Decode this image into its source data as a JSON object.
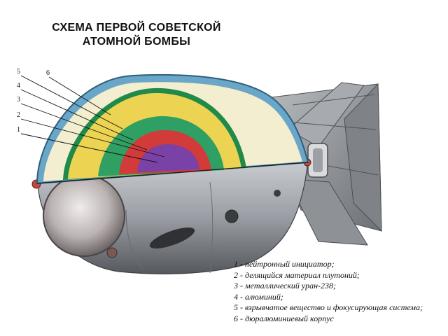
{
  "title": {
    "line1": "СХЕМА ПЕРВОЙ СОВЕТСКОЙ",
    "line2": "АТОМНОЙ БОМБЫ"
  },
  "callout_numbers": [
    "1",
    "2",
    "3",
    "4",
    "5",
    "6"
  ],
  "legend": [
    "1 - нейтронный инициатор;",
    "2 - делящийся материал плутоний;",
    "3 - металлический уран-238;",
    "4 - алюминий;",
    "5 - взрывчатое вещество и фокусирующая система;",
    "6 - дюралюминиевый корпус"
  ],
  "layer_colors": {
    "casing": "#6aa6c8",
    "explosive": "#f3eecf",
    "aluminium": "#1f8a4a",
    "uranium": "#ecd352",
    "plutonium": "#2f9f63",
    "initiator": "#d33a3a",
    "core": "#7a42a6"
  }
}
